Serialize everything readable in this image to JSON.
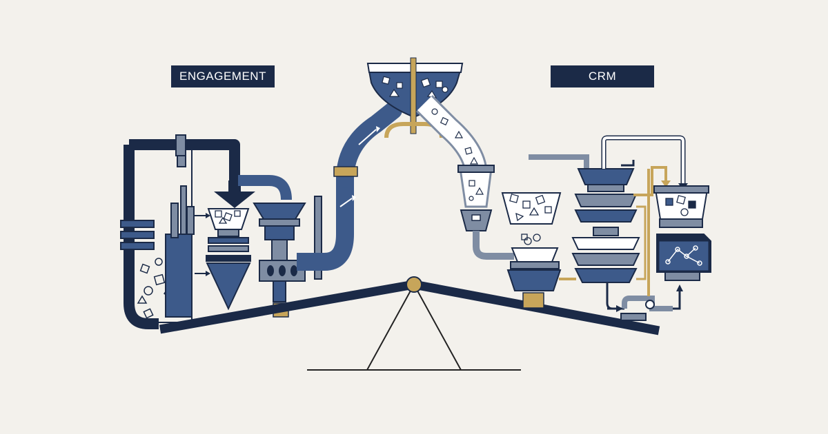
{
  "labels": {
    "left": "ENGAGEMENT",
    "right": "CRM"
  },
  "palette": {
    "background": "#f3f1ec",
    "navy": "#1b2a47",
    "slate_blue": "#3d5a8a",
    "gray_blue": "#7f8da3",
    "gold": "#c7a55a",
    "ink": "#222222",
    "white": "#ffffff"
  },
  "icons": [
    "engagement-machine",
    "crm-machine",
    "balance-beam",
    "fulcrum-triangle",
    "top-hopper",
    "supply-pipe",
    "conveyor-funnel"
  ]
}
